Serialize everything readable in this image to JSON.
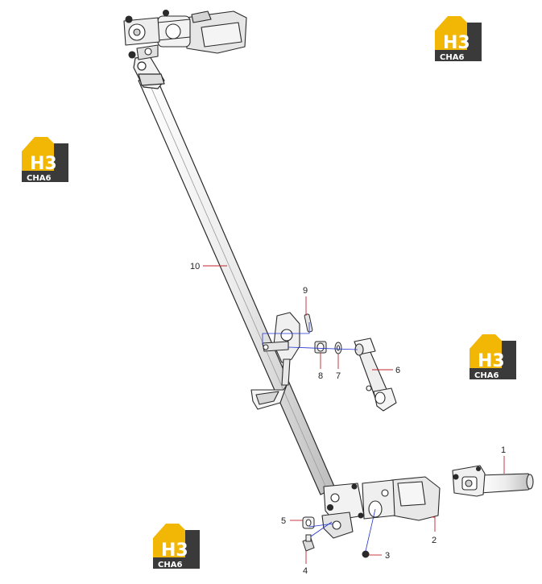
{
  "colors": {
    "outline": "#2a2a2a",
    "part_fill": "#f2f2f2",
    "part_shade": "#cfcfcf",
    "leader_red": "#c0262d",
    "assembly_blue": "#2233cc",
    "logo_yellow": "#f2b705",
    "logo_dark": "#3a3a3a"
  },
  "logo": {
    "letters": "H3",
    "brand": "CHA6"
  },
  "callouts": [
    {
      "id": "part-1",
      "label": "1"
    },
    {
      "id": "part-2",
      "label": "2"
    },
    {
      "id": "part-3",
      "label": "3"
    },
    {
      "id": "part-4",
      "label": "4"
    },
    {
      "id": "part-5",
      "label": "5"
    },
    {
      "id": "part-6",
      "label": "6"
    },
    {
      "id": "part-7",
      "label": "7"
    },
    {
      "id": "part-8",
      "label": "8"
    },
    {
      "id": "part-9",
      "label": "9"
    },
    {
      "id": "part-10",
      "label": "10"
    }
  ]
}
